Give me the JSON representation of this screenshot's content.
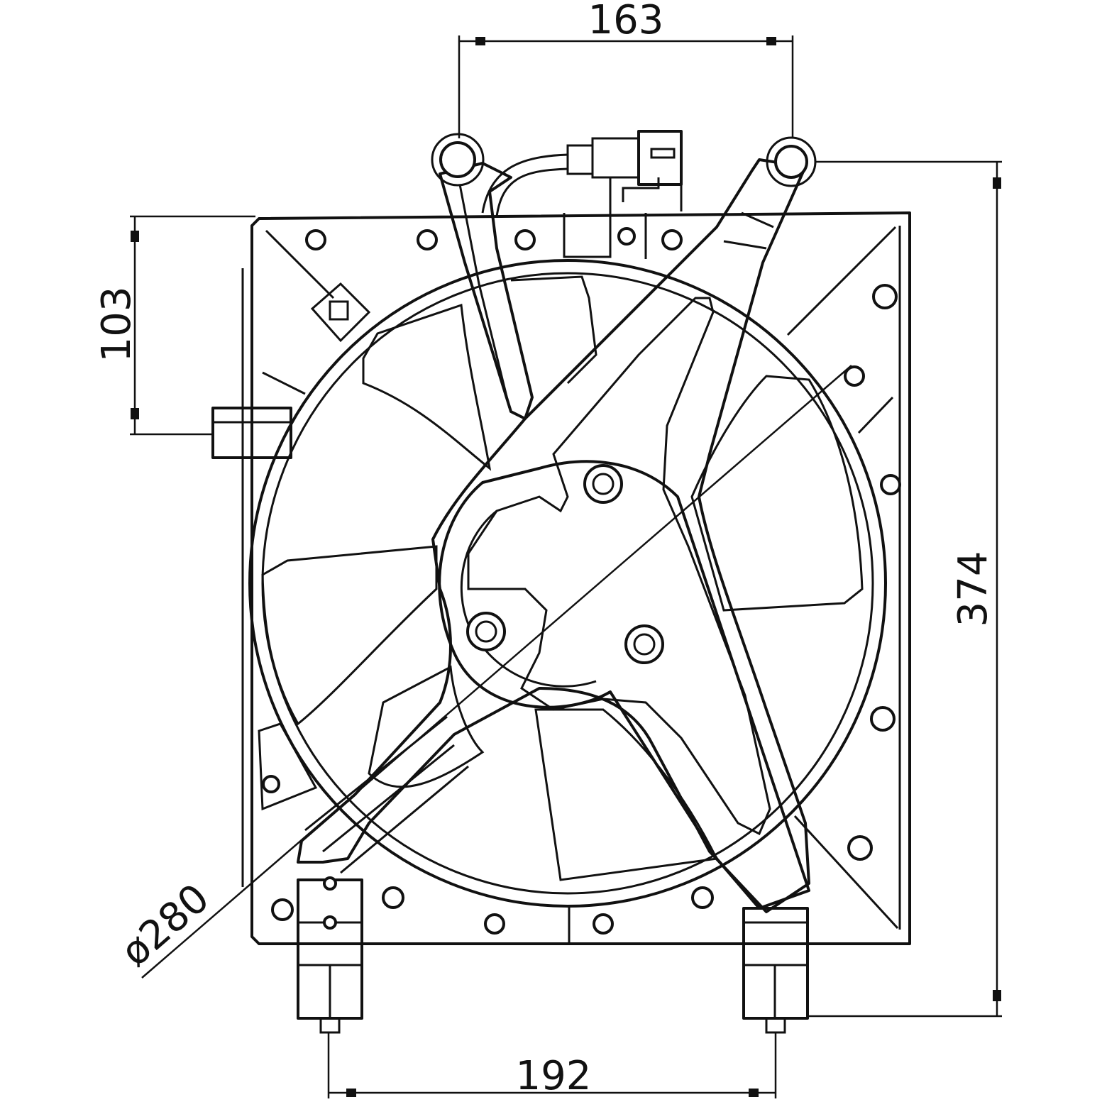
{
  "drawing": {
    "dimensions": {
      "top_width": "163",
      "bottom_width": "192",
      "left_height": "103",
      "right_height": "374",
      "diameter": "ø280"
    },
    "colors": {
      "line": "#111111",
      "background": "#ffffff"
    }
  }
}
